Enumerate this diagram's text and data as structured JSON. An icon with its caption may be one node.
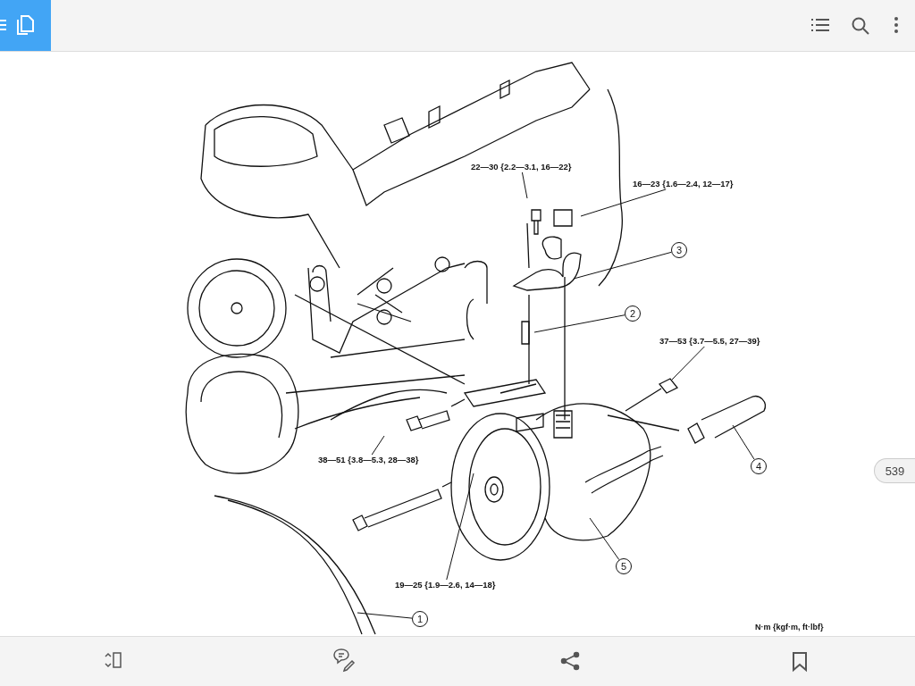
{
  "diagram": {
    "nodes": [
      {
        "text": [
          "22—30 {2.2—3.1, 16—22}"
        ]
      },
      {
        "text": [
          "16—23 {1.6—2.4, 12—17}"
        ]
      },
      {
        "text": [
          "3"
        ]
      },
      {
        "text": [
          "2"
        ]
      },
      {
        "text": [
          "37—53 {3.7—5.5, 27—39}"
        ]
      },
      {
        "text": [
          "38—51 {3.8—5.3, 28—38}"
        ]
      },
      {
        "text": [
          "4"
        ]
      },
      {
        "text": [
          "5"
        ]
      },
      {
        "text": [
          "19—25 {1.9—2.6, 14—18}"
        ]
      },
      {
        "text": [
          "1"
        ]
      }
    ],
    "edges": [
      {
        "from": 0,
        "to": null,
        "arrow": "none"
      },
      {
        "from": 1,
        "to": null,
        "arrow": "none"
      },
      {
        "from": 2,
        "to": null,
        "arrow": "none"
      },
      {
        "from": 3,
        "to": null,
        "arrow": "none"
      },
      {
        "from": 4,
        "to": null,
        "arrow": "none"
      },
      {
        "from": 5,
        "to": null,
        "arrow": "none"
      },
      {
        "from": 6,
        "to": null,
        "arrow": "none"
      },
      {
        "from": 7,
        "to": null,
        "arrow": "none"
      },
      {
        "from": 8,
        "to": null,
        "arrow": "none"
      },
      {
        "from": 9,
        "to": null,
        "arrow": "none"
      }
    ],
    "labels": [
      "539",
      "N·m {kgf·m, ft·lbf}"
    ]
  }
}
